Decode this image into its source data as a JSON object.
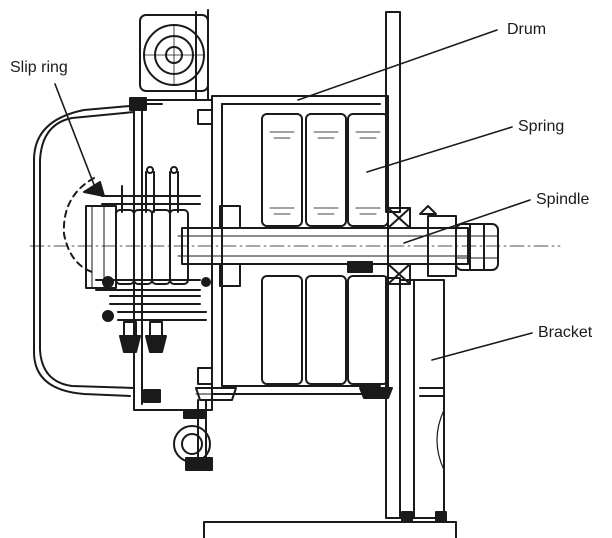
{
  "labels": {
    "drum": "Drum",
    "slip_ring": "Slip ring",
    "spring": "Spring",
    "spindle": "Spindle",
    "bracket": "Bracket"
  },
  "colors": {
    "line": "#1a1a1a",
    "paper": "#ffffff",
    "hatch": "#444444"
  }
}
